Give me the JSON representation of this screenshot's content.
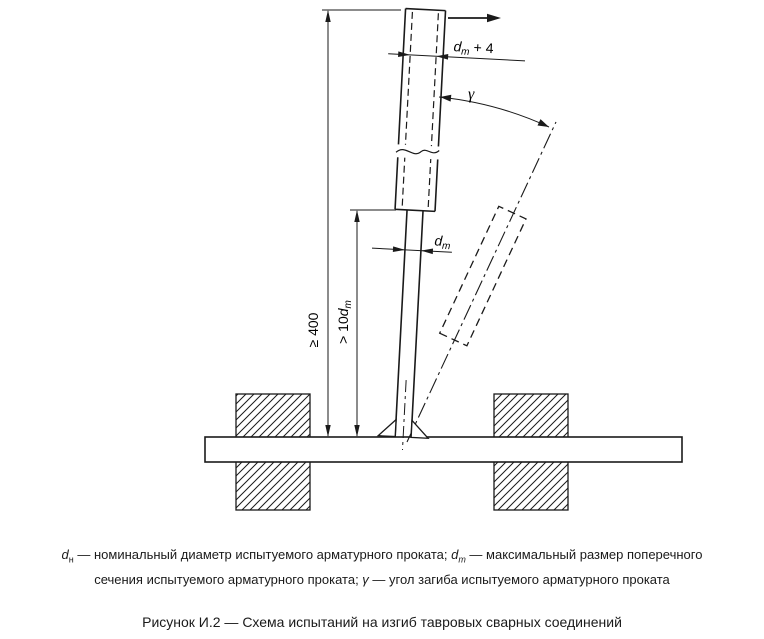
{
  "diagram": {
    "labels": {
      "overall_height": "≥ 400",
      "free_length_pre": "> 10",
      "free_length_d": "d",
      "free_length_sub": "m",
      "pipe_dim_d": "d",
      "pipe_dim_sub": "m",
      "pipe_dim_post": " + 4",
      "bar_dim_d": "d",
      "bar_dim_sub": "m",
      "angle": "γ"
    },
    "colors": {
      "line": "#1a1a1a",
      "background": "#ffffff"
    }
  },
  "caption": {
    "l1_d": "d",
    "l1_sub": "н",
    "l1_t1": " — номинальный диаметр испытуемого арматурного проката; ",
    "l1_d2": "d",
    "l1_sub2": "m",
    "l1_t2": " — максимальный размер поперечного",
    "l2_t1": "сечения испытуемого арматурного проката; ",
    "l2_g": "γ",
    "l2_t2": " — угол загиба испытуемого арматурного проката",
    "title": "Рисунок И.2 — Схема испытаний на изгиб тавровых сварных соединений"
  }
}
